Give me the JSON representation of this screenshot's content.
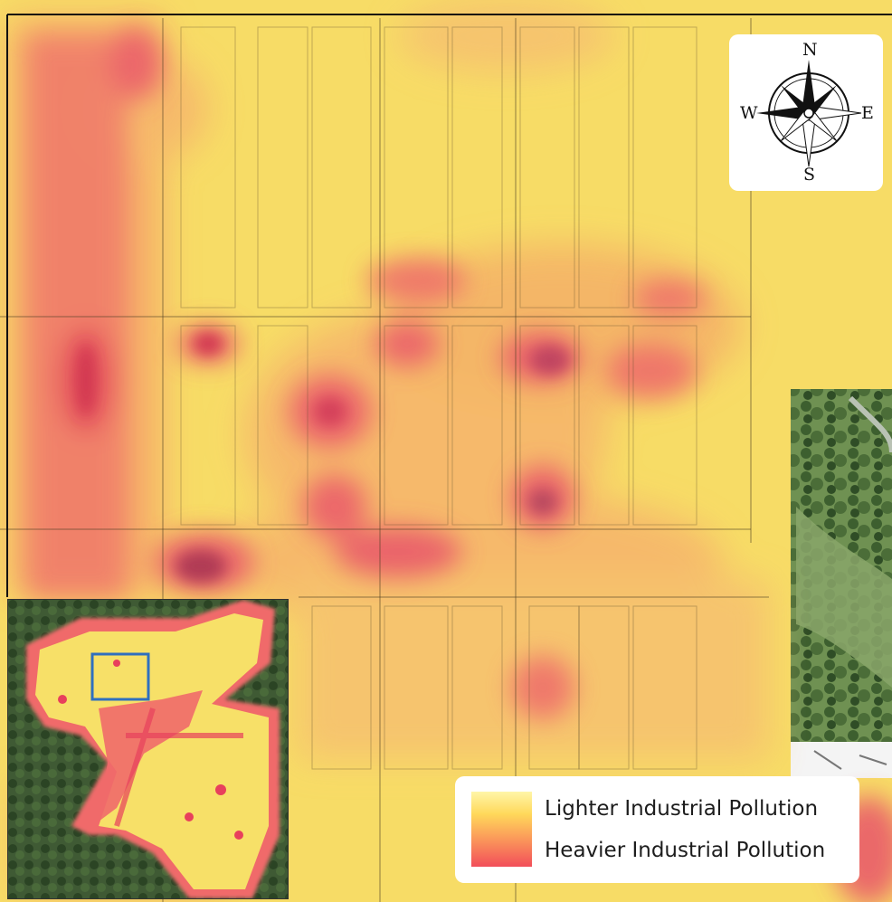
{
  "map": {
    "compass": {
      "north": "N",
      "south": "S",
      "east": "E",
      "west": "W"
    },
    "legend": {
      "items": [
        {
          "label": "Lighter Industrial Pollution",
          "color": "#ffe066"
        },
        {
          "label": "Heavier Industrial Pollution",
          "color": "#f24e5a"
        }
      ]
    },
    "inset": {
      "highlight_color": "#2f6fbf"
    },
    "colors": {
      "light": "#f8e06a",
      "medium": "#f6b46c",
      "heavy": "#f06a6a",
      "hotspot": "#e8405c",
      "grass": "#6b8f4e",
      "forest": "#2f4a28"
    }
  }
}
